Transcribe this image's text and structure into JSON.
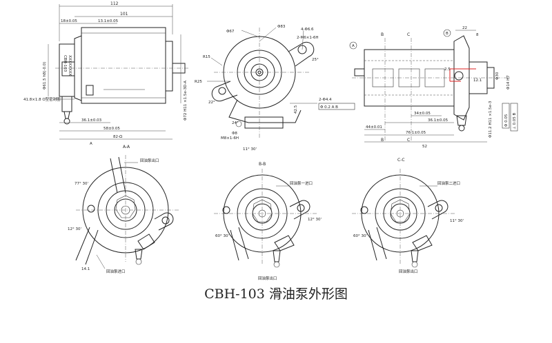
{
  "caption": "CBH-103 滑油泵外形图",
  "front_view": {
    "model_label": "CBH-103",
    "serial_label": "XXXXXXXX",
    "dims": {
      "overall_len": "112",
      "body_len": "101",
      "d1": "18±0.05",
      "d2": "13.1±0.05",
      "d3": "36.1±0.03",
      "d4": "58±0.05",
      "d5": "82-Ω",
      "dia_left": "Φ61.5 h8(-0.0)",
      "dia_right": "Φ72 H11 ×1.5e-3D-A",
      "oring": "41.8×1.8 O型密封圈",
      "a_mark": "A"
    }
  },
  "flange_view": {
    "dims": {
      "d_outer": "Φ83",
      "d_pcd": "Φ67",
      "hole": "4-Φ6.6",
      "thread": "2-M6×1-6H",
      "r15": "R15",
      "r25": "R25",
      "ang25": "25°",
      "ang22": "22°",
      "ang24": "24°",
      "pos": "2-Φ4.4",
      "pos_tol": "Φ 0.2 A B",
      "slot": "M8×1-6H",
      "ang11": "11° 30'",
      "d8": "Φ8",
      "c425": "42.5"
    }
  },
  "side_view": {
    "labels": {
      "b_top": "B",
      "c_top": "C",
      "b_bot": "B",
      "c_bot": "C",
      "circ_a": "A",
      "circ_b": "B"
    },
    "dims": {
      "d_top": "22",
      "d_top2": "8",
      "d1": "34±0.05",
      "d2": "36.1±0.05",
      "d3": "44±0.01",
      "d4": "76.1±0.05",
      "d5": "52",
      "d6": "12.1",
      "d7": "2.5",
      "dia30": "Φ30",
      "dia14": "Φ14 H7",
      "dia_r": "Φ11.2 H11 ×1.5e-3",
      "tol1": "Φ 0.05",
      "tol2": "⊥ 0.05 B"
    }
  },
  "section_aa": {
    "title": "A-A",
    "outlet": "回油泵出口",
    "inlet": "回油泵进口",
    "ang_top": "77° 30'",
    "ang_left": "12° 30'",
    "dim": "14.1"
  },
  "section_bb": {
    "title": "B-B",
    "inlet1": "回油泵一进口",
    "outlet": "回油泵出口",
    "ang_r": "12° 30'",
    "ang_l": "60° 30'"
  },
  "section_cc": {
    "title": "C-C",
    "inlet2": "回油泵二进口",
    "outlet": "回油泵出口",
    "ang_r": "11° 30'",
    "ang_l": "60° 30'"
  }
}
